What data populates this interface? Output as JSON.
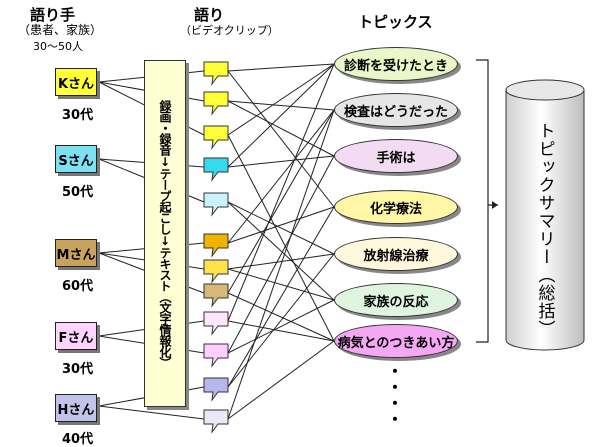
{
  "headers": {
    "narrators": "語り手",
    "narrators_sub": "（患者、家族）",
    "narrators_count": "30〜50人",
    "clips": "語り",
    "clips_sub": "（ビデオクリップ）",
    "topics": "トピックス"
  },
  "narrators": [
    {
      "label": "Kさん",
      "age": "30代",
      "color": "#ffff3a"
    },
    {
      "label": "Sさん",
      "age": "50代",
      "color": "#7fe0f2"
    },
    {
      "label": "Mさん",
      "age": "60代",
      "color": "#c9a25e"
    },
    {
      "label": "Fさん",
      "age": "30代",
      "color": "#ffd4ff"
    },
    {
      "label": "Hさん",
      "age": "40代",
      "color": "#c3c3ea"
    }
  ],
  "process_text": "録画・録音↓テープ起こし↓テキスト（文字情報化）",
  "topics": [
    {
      "label": "診断を受けたとき",
      "color": "#eaf7c8"
    },
    {
      "label": "検査はどうだった",
      "color": "#e6e6e6"
    },
    {
      "label": "手術は",
      "color": "#f3dcf3"
    },
    {
      "label": "化学療法",
      "color": "#fff6a6"
    },
    {
      "label": "放射線治療",
      "color": "#fff7dc"
    },
    {
      "label": "家族の反応",
      "color": "#dff5df"
    },
    {
      "label": "病気とのつきあい方",
      "color": "#f4a8f4"
    }
  ],
  "summary": "トピックサマリー（総括）",
  "ellipsis": "・・・・"
}
